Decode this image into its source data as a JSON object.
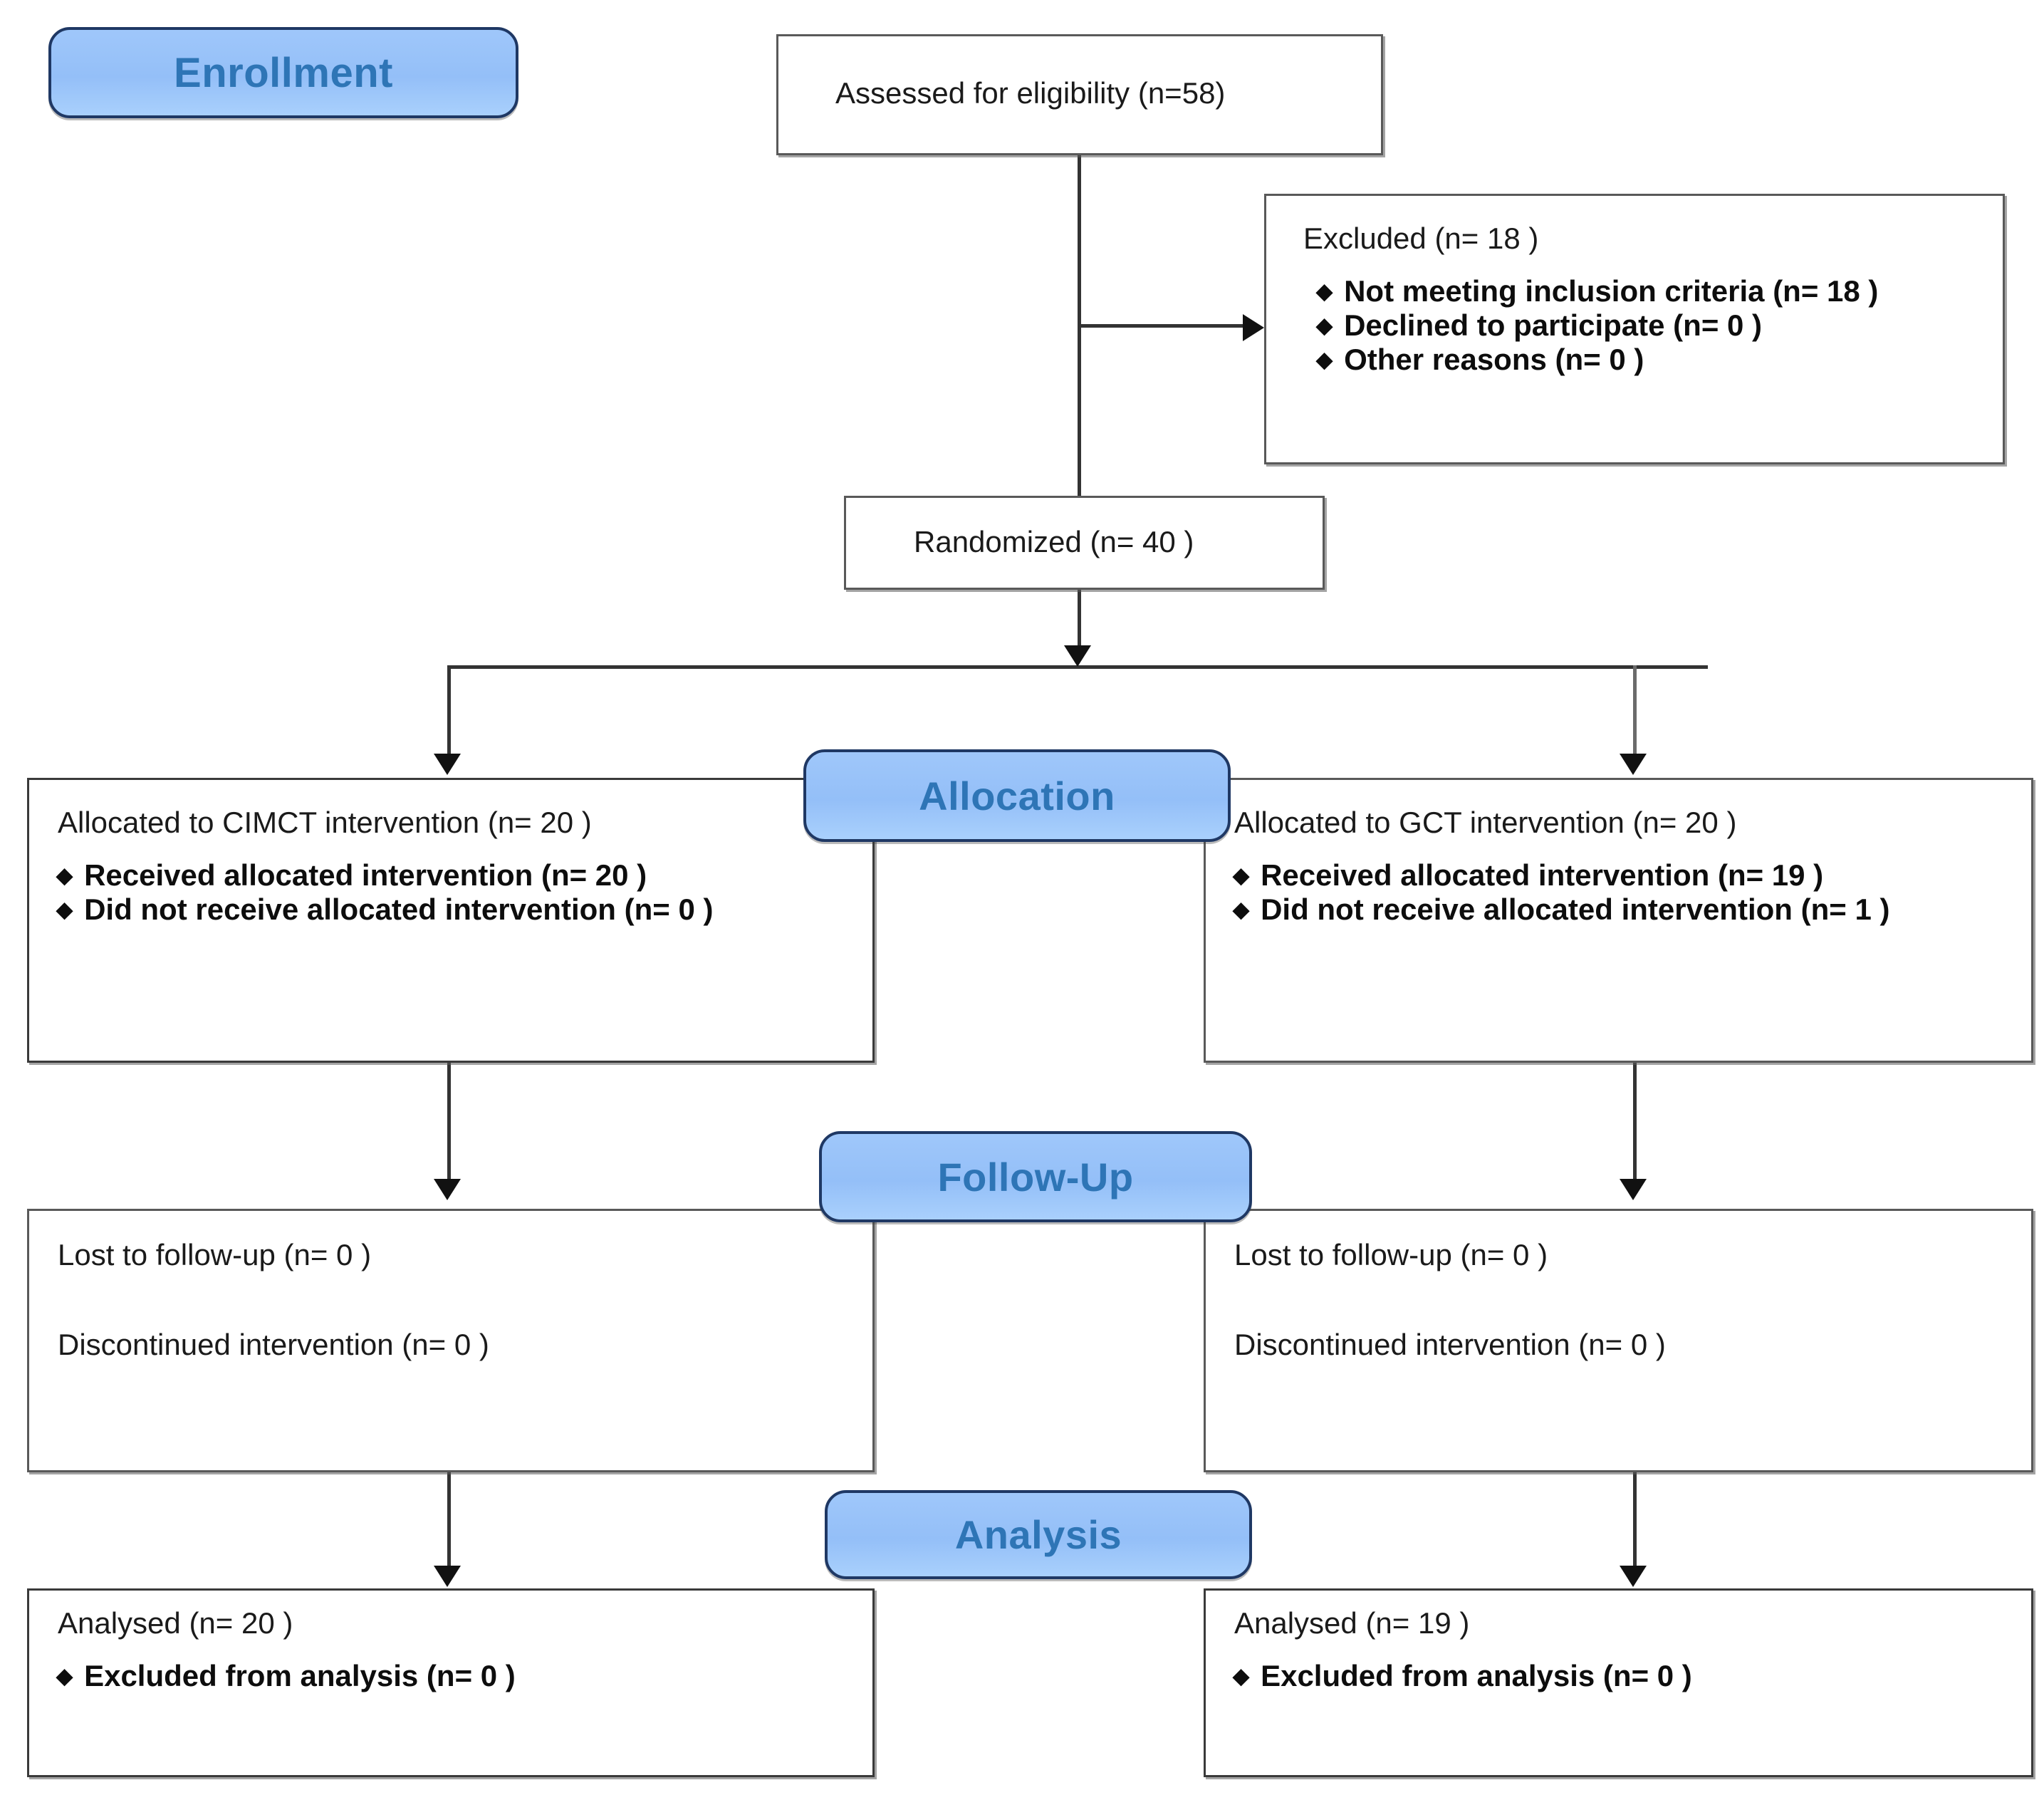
{
  "diagram": {
    "title": "CONSORT participant flow diagram",
    "accent_blue_fill": "#9FC7FA",
    "accent_blue_border": "#1F3864",
    "accent_text_color": "#2E75B6",
    "box_border_color": "#595959",
    "bullet_glyph": "♦"
  },
  "stages": {
    "enrollment": {
      "label": "Enrollment"
    },
    "allocation": {
      "label": "Allocation"
    },
    "followup": {
      "label": "Follow-Up"
    },
    "analysis": {
      "label": "Analysis"
    }
  },
  "enrollment": {
    "assessed": {
      "text": "Assessed for eligibility (n=58)"
    },
    "excluded": {
      "title": "Excluded  (n= 18  )",
      "bullets": [
        "Not meeting inclusion criteria (n= 18 )",
        "Declined to participate (n= 0 )",
        "Other reasons (n= 0 )"
      ]
    },
    "randomized": {
      "text": "Randomized (n= 40 )"
    }
  },
  "allocation": {
    "left": {
      "title": "Allocated to CIMCT intervention (n= 20 )",
      "bullets": [
        "Received allocated intervention (n= 20 )",
        "Did not receive allocated intervention (n= 0 )"
      ]
    },
    "right": {
      "title": "Allocated to GCT intervention (n= 20 )",
      "bullets": [
        "Received allocated intervention (n= 19 )",
        "Did not receive allocated intervention (n= 1 )"
      ]
    }
  },
  "followup": {
    "left": {
      "line1": "Lost to follow-up (n= 0 )",
      "line2": "Discontinued intervention (n= 0 )"
    },
    "right": {
      "line1": "Lost to follow-up (n= 0 )",
      "line2": "Discontinued intervention (n= 0 )"
    }
  },
  "analysis": {
    "left": {
      "title": "Analysed  (n= 20 )",
      "bullets": [
        "Excluded from analysis (n= 0 )"
      ]
    },
    "right": {
      "title": "Analysed  (n= 19 )",
      "bullets": [
        "Excluded from analysis (n= 0 )"
      ]
    }
  }
}
